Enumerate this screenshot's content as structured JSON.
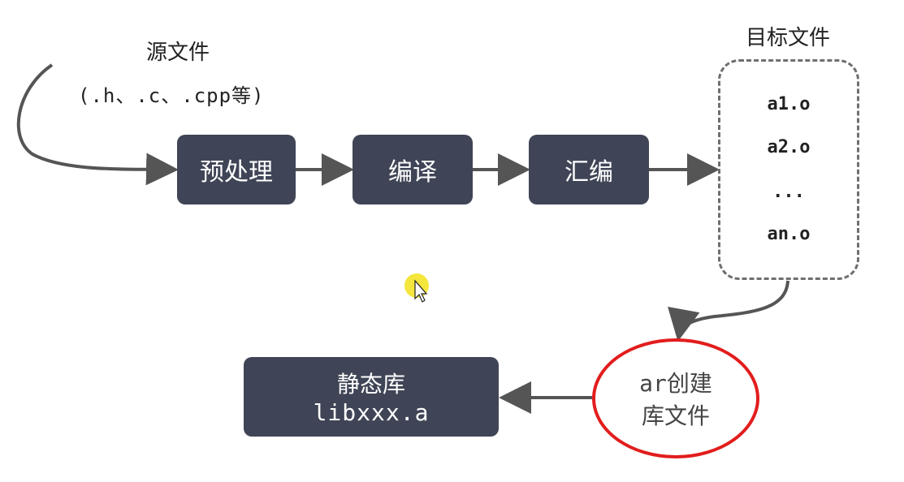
{
  "source": {
    "title": "源文件",
    "extensions": "(.h、.c、.cpp等)"
  },
  "steps": [
    {
      "label": "预处理"
    },
    {
      "label": "编译"
    },
    {
      "label": "汇编"
    }
  ],
  "target": {
    "title": "目标文件",
    "objects": [
      "a1.o",
      "a2.o",
      "...",
      "an.o"
    ]
  },
  "ar_step": {
    "prefix": "ar",
    "line1_rest": "创建",
    "line2": "库文件"
  },
  "static_lib": {
    "title": "静态库",
    "filename": "libxxx.a"
  },
  "colors": {
    "box": "#3f4556",
    "arrow": "#555555",
    "highlight_circle": "#e21d1d",
    "cursor_highlight": "#f2e21a"
  }
}
